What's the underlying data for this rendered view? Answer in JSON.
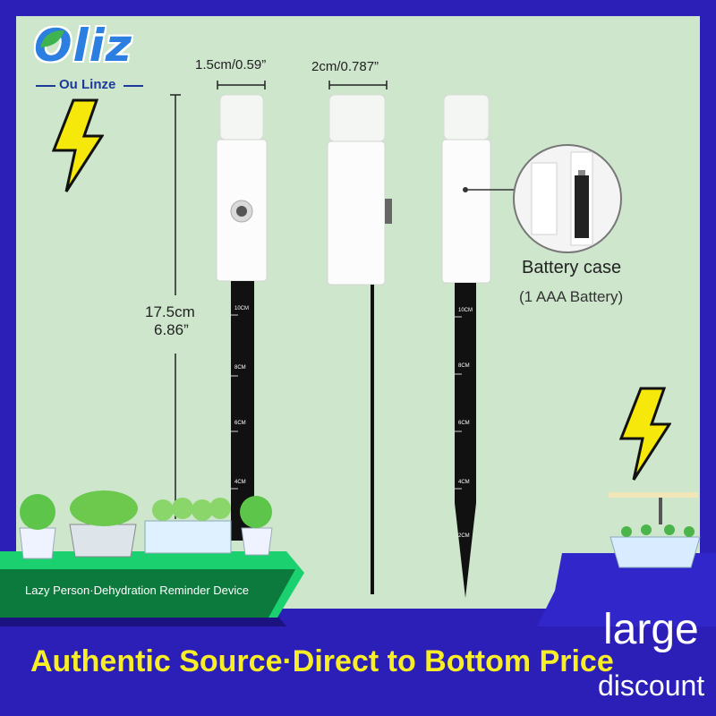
{
  "brand": {
    "logo_text": "Oliz",
    "tagline": "Ou Linze"
  },
  "dimensions": {
    "width_a": "1.5cm/0.59”",
    "width_b": "2cm/0.787”",
    "height_cm": "17.5cm",
    "height_in": "6.86”"
  },
  "battery": {
    "title": "Battery case",
    "subtitle": "(1 AAA Battery)"
  },
  "probe_scale": [
    "10CM",
    "8CM",
    "6CM",
    "4CM",
    "2CM"
  ],
  "caption": "Lazy Person·Dehydration Reminder Device",
  "slogan": "Authentic Source·Direct to Bottom Price",
  "discount": {
    "line1": "large",
    "line2": "discount"
  },
  "colors": {
    "frame": "#2b1fb8",
    "panel": "#cde6cc",
    "slogan": "#f8ee28",
    "bolt": "#f7e80c",
    "logo": "#2b7fe0"
  }
}
